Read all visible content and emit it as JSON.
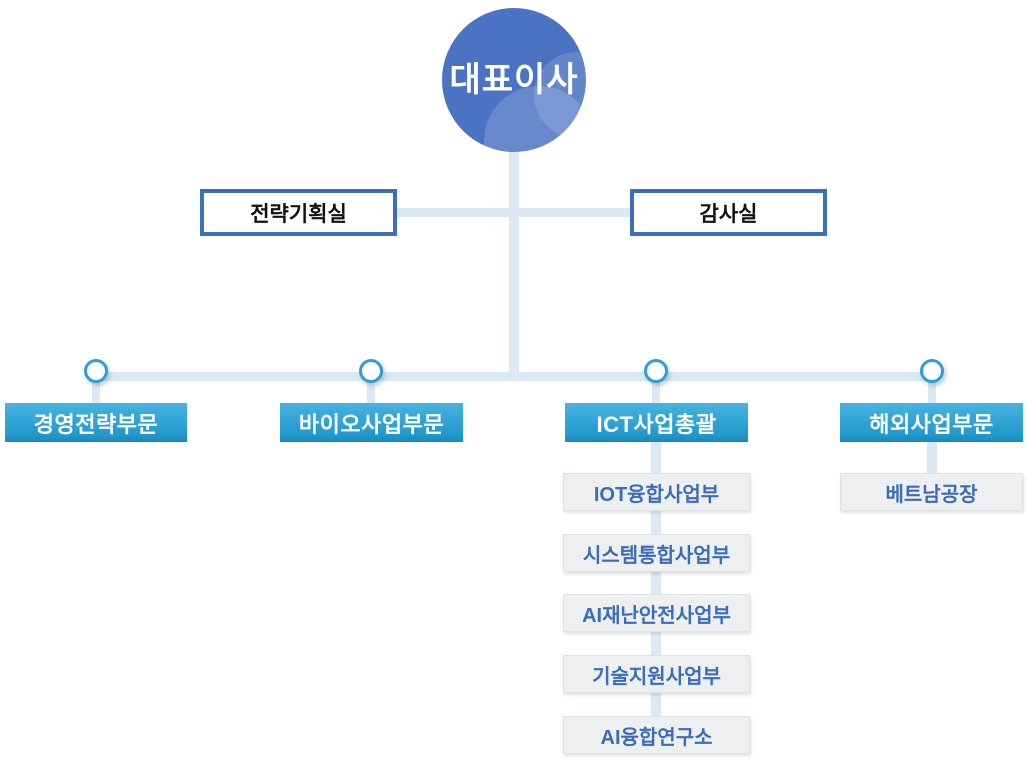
{
  "org": {
    "root": {
      "label": "대표이사"
    },
    "staff": [
      {
        "label": "전략기획실"
      },
      {
        "label": "감사실"
      }
    ],
    "divisions": [
      {
        "label": "경영전략부문",
        "children": []
      },
      {
        "label": "바이오사업부문",
        "children": []
      },
      {
        "label": "ICT사업총괄",
        "children": [
          "IOT융합사업부",
          "시스템통합사업부",
          "AI재난안전사업부",
          "기술지원사업부",
          "AI융합연구소"
        ]
      },
      {
        "label": "해외사업부문",
        "children": [
          "베트남공장"
        ]
      }
    ],
    "colors": {
      "root_circle": "#4a73c3",
      "staff_box_border": "#3a70bc",
      "division_gradient_top": "#49b2e0",
      "division_gradient_bottom": "#1b87ba",
      "connector_line": "#dbe9f5",
      "junction_ring": "#2d9fd6",
      "child_box_bg": "#eeeff0",
      "child_box_text": "#3a6cba"
    }
  }
}
